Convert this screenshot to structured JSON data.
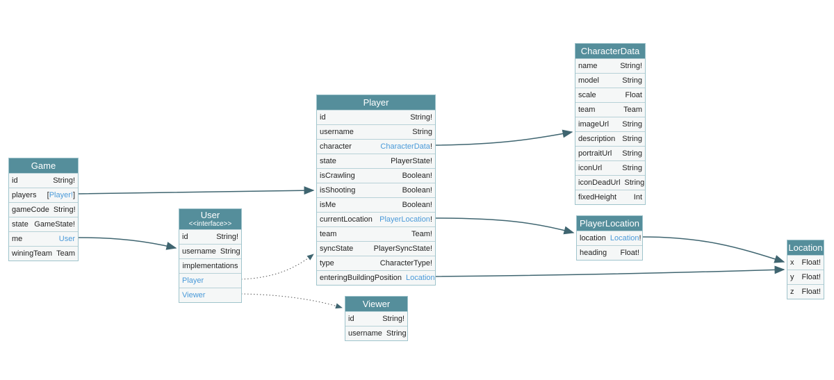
{
  "colors": {
    "header": "#558e9b",
    "link": "#4a9ad9",
    "edge": "#3f6570",
    "border": "#9fc4cc"
  },
  "nodes": {
    "game": {
      "title": "Game",
      "fields": [
        {
          "name": "id",
          "type": "String!"
        },
        {
          "name": "players",
          "pre": "[",
          "link": "Player!",
          "post": "]"
        },
        {
          "name": "gameCode",
          "type": "String!"
        },
        {
          "name": "state",
          "type": "GameState!"
        },
        {
          "name": "me",
          "link": "User"
        },
        {
          "name": "winingTeam",
          "type": "Team"
        }
      ]
    },
    "user": {
      "title": "User",
      "subtitle": "<<interface>>",
      "fields": [
        {
          "name": "id",
          "type": "String!"
        },
        {
          "name": "username",
          "type": "String"
        }
      ],
      "implementations_label": "implementations",
      "implementations": [
        "Player",
        "Viewer"
      ]
    },
    "player": {
      "title": "Player",
      "fields": [
        {
          "name": "id",
          "type": "String!"
        },
        {
          "name": "username",
          "type": "String"
        },
        {
          "name": "character",
          "link": "CharacterData",
          "post": "!"
        },
        {
          "name": "state",
          "type": "PlayerState!"
        },
        {
          "name": "isCrawling",
          "type": "Boolean!"
        },
        {
          "name": "isShooting",
          "type": "Boolean!"
        },
        {
          "name": "isMe",
          "type": "Boolean!"
        },
        {
          "name": "currentLocation",
          "link": "PlayerLocation",
          "post": "!"
        },
        {
          "name": "team",
          "type": "Team!"
        },
        {
          "name": "syncState",
          "type": "PlayerSyncState!"
        },
        {
          "name": "type",
          "type": "CharacterType!"
        },
        {
          "name": "enteringBuildingPosition",
          "link": "Location"
        }
      ]
    },
    "viewer": {
      "title": "Viewer",
      "fields": [
        {
          "name": "id",
          "type": "String!"
        },
        {
          "name": "username",
          "type": "String"
        }
      ]
    },
    "characterData": {
      "title": "CharacterData",
      "fields": [
        {
          "name": "name",
          "type": "String!"
        },
        {
          "name": "model",
          "type": "String"
        },
        {
          "name": "scale",
          "type": "Float"
        },
        {
          "name": "team",
          "type": "Team"
        },
        {
          "name": "imageUrl",
          "type": "String"
        },
        {
          "name": "description",
          "type": "String"
        },
        {
          "name": "portraitUrl",
          "type": "String"
        },
        {
          "name": "iconUrl",
          "type": "String"
        },
        {
          "name": "iconDeadUrl",
          "type": "String"
        },
        {
          "name": "fixedHeight",
          "type": "Int"
        }
      ]
    },
    "playerLocation": {
      "title": "PlayerLocation",
      "fields": [
        {
          "name": "location",
          "link": "Location",
          "post": "!"
        },
        {
          "name": "heading",
          "type": "Float!"
        }
      ]
    },
    "location": {
      "title": "Location",
      "fields": [
        {
          "name": "x",
          "type": "Float!"
        },
        {
          "name": "y",
          "type": "Float!"
        },
        {
          "name": "z",
          "type": "Float!"
        }
      ]
    }
  }
}
